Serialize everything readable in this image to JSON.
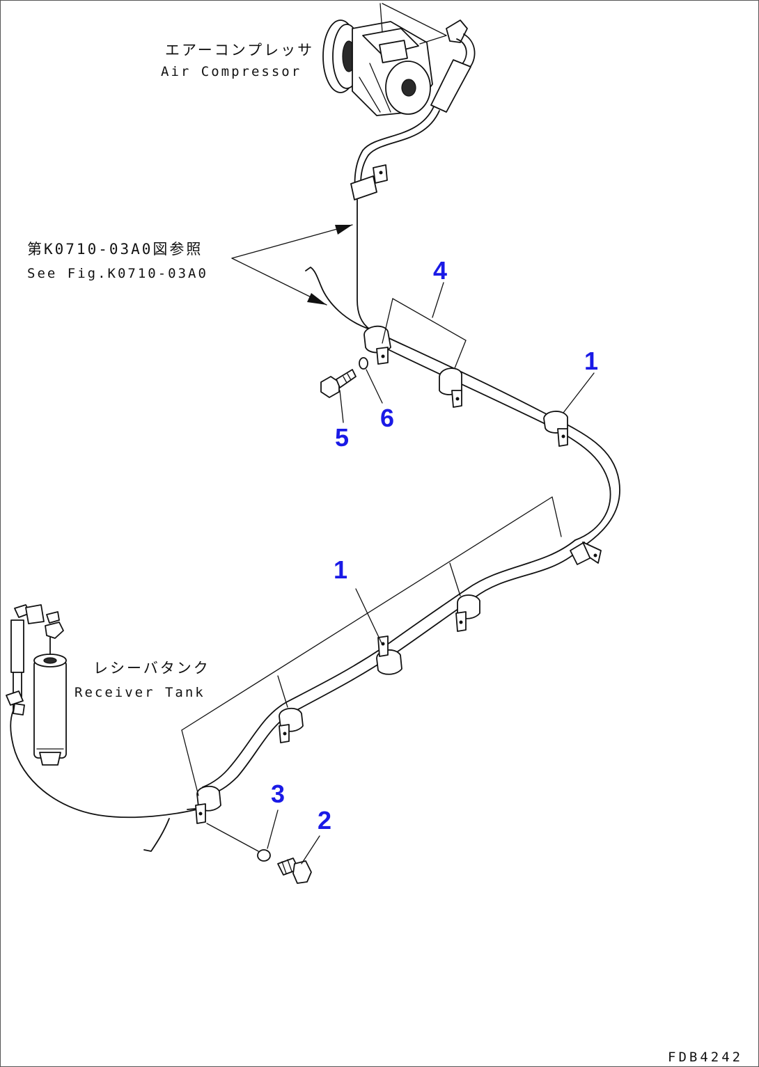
{
  "labels": {
    "compressor_jp": "エアーコンプレッサ",
    "compressor_en": "Air Compressor",
    "reference_jp": "第K0710-03A0図参照",
    "reference_en": "See Fig.K0710-03A0",
    "receiver_jp": "レシーバタンク",
    "receiver_en": "Receiver Tank"
  },
  "callouts": {
    "c1_upper": "1",
    "c1_lower": "1",
    "c2": "2",
    "c3": "3",
    "c4": "4",
    "c5": "5",
    "c6": "6"
  },
  "drawing_code": "FDB4242",
  "colors": {
    "callout": "#1a1ae6",
    "line": "#111111",
    "background": "#ffffff"
  }
}
